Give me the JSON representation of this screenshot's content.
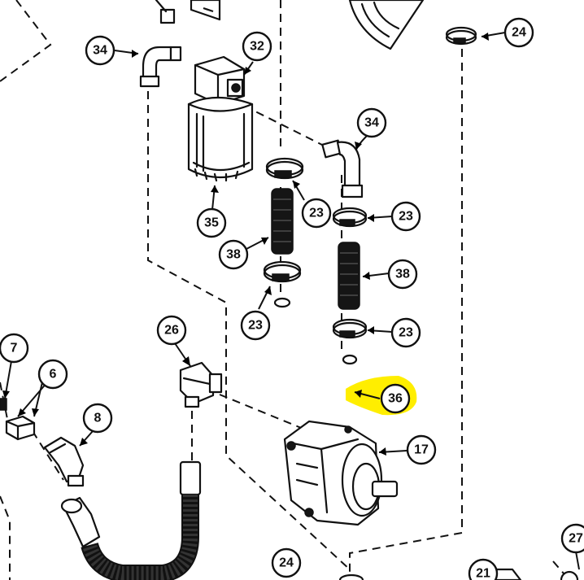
{
  "diagram": {
    "callouts": {
      "c34a": "34",
      "c32": "32",
      "c24a": "24",
      "c34b": "34",
      "c35": "35",
      "c23a": "23",
      "c23b": "23",
      "c38a": "38",
      "c38b": "38",
      "c23c": "23",
      "c23d": "23",
      "c26": "26",
      "c36": "36",
      "c7": "7",
      "c6": "6",
      "c8": "8",
      "c17": "17",
      "c24b": "24",
      "c21": "21",
      "c27": "27"
    },
    "highlight_color": "#ffee00",
    "ink_color": "#111111"
  }
}
